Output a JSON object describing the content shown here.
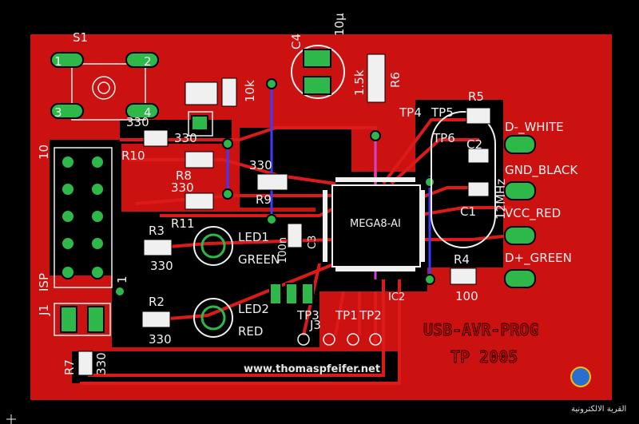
{
  "board": {
    "colors": {
      "copper": "#cc1111",
      "trace": "#dd1a1a",
      "pad": "#2fb84a",
      "silk": "#f0f0f0",
      "via": "#3c3cff"
    },
    "switch_label": "S1",
    "pins": {
      "s1_1": "1",
      "s1_2": "2",
      "s1_3": "3",
      "s1_4": "4",
      "isp_10": "10",
      "isp_1": "1"
    },
    "connector_label": "ISP",
    "j1_label": "J1",
    "j3_label": "J3",
    "c4_label": "C4",
    "c4_value": "10µ",
    "r1_value": "10k",
    "r6_label": "R6",
    "r6_value": "1.5k",
    "r10_label": "R10",
    "r10_value": "330",
    "r8_label": "R8",
    "r8_value": "330",
    "r8b_value": "330",
    "r9_label": "R9",
    "r9_value": "330",
    "r11_label": "R11",
    "r3_label": "R3",
    "r3_value": "330",
    "r2_label": "R2",
    "r2_value": "330",
    "r7_label": "R7",
    "r7_value": "330",
    "r5_label": "R5",
    "r4_label": "R4",
    "r4_value": "100",
    "c3_label": "C3",
    "c3_value": "100n",
    "c2_label": "C2",
    "c1_label": "C1",
    "tp_labels": [
      "TP4",
      "TP5",
      "TP6",
      "TP3",
      "TP1",
      "TP2"
    ],
    "chip_label": "MEGA8-AI",
    "ic_label": "IC2",
    "led1_label": "LED1",
    "led1_color": "GREEN",
    "led2_label": "LED2",
    "led2_color": "RED",
    "usb_d_minus": "D-_WHITE",
    "usb_gnd": "GND_BLACK",
    "usb_vcc": "VCC_RED",
    "usb_d_plus": "D+_GREEN",
    "crystal_label": "12MHz",
    "product_title": "USB-AVR-PROG",
    "product_sub": "TP 2005",
    "website": "www.thomaspfeifer.net",
    "watermark_text": "القرية الالكترونية"
  }
}
